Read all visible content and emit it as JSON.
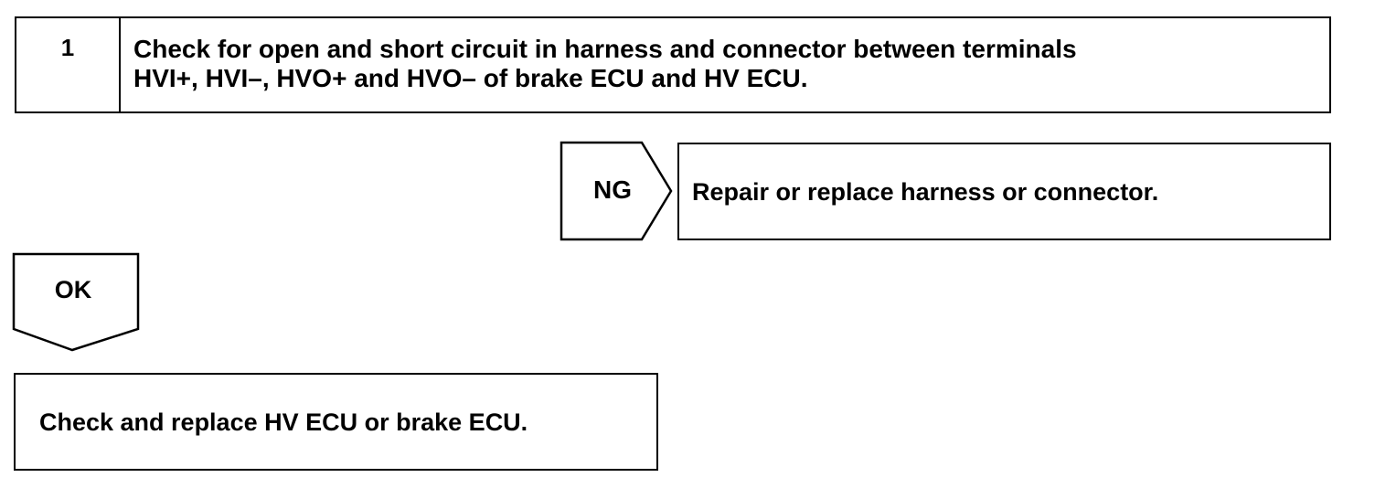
{
  "step": {
    "number": "1",
    "text_line1": "Check for open and short circuit in harness and connector between terminals",
    "text_line2": "HVI+, HVI–, HVO+ and HVO– of brake ECU and HV ECU."
  },
  "ng_branch": {
    "label": "NG",
    "action": "Repair or replace harness or connector."
  },
  "ok_branch": {
    "label": "OK",
    "action": "Check and replace HV ECU or brake ECU."
  },
  "colors": {
    "stroke": "#000000",
    "background": "#ffffff"
  }
}
